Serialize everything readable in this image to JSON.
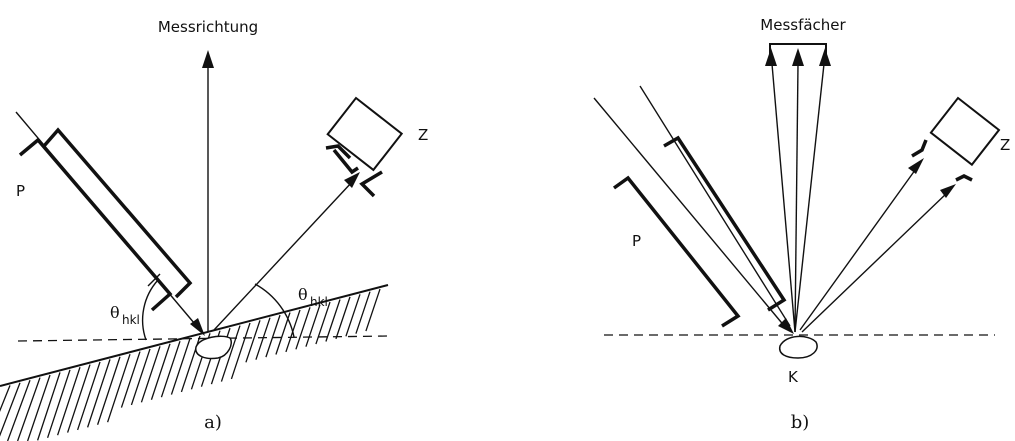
{
  "figure_a": {
    "measurement_direction_label": "Messrichtung",
    "collimator_label": "P",
    "detector_label": "Z",
    "angle_left": {
      "symbol": "θ",
      "subscript": "hkl"
    },
    "angle_right": {
      "symbol": "θ",
      "subscript": "hkl"
    },
    "caption": "a)"
  },
  "figure_b": {
    "measurement_fan_label": "Messfächer",
    "collimator_label": "P",
    "detector_label": "Z",
    "crystal_label": "K",
    "caption": "b)"
  }
}
